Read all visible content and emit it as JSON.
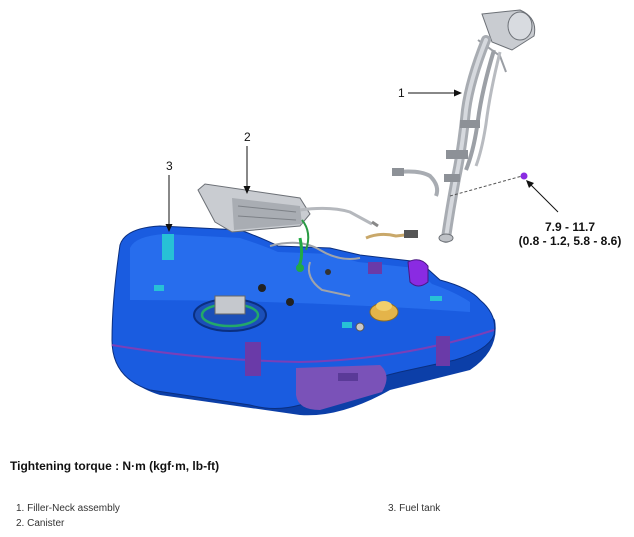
{
  "figure": {
    "callouts": [
      "1",
      "2",
      "3"
    ],
    "torque_spec": {
      "line1": "7.9 - 11.7",
      "line2": "(0.8 - 1.2, 5.8 - 8.6)"
    },
    "colors": {
      "tank": "#1a5ce0",
      "tank_dark": "#0c3fa8",
      "tank_band": "#6a3aa8",
      "metal": "#b9bcc2",
      "bolt": "#8a2be2"
    }
  },
  "torque_heading": "Tightening torque : N·m (kgf·m, lb-ft)",
  "legend": [
    {
      "text": "1. Filler-Neck assembly"
    },
    {
      "text": "2. Canister"
    },
    {
      "text": "3. Fuel tank"
    }
  ]
}
